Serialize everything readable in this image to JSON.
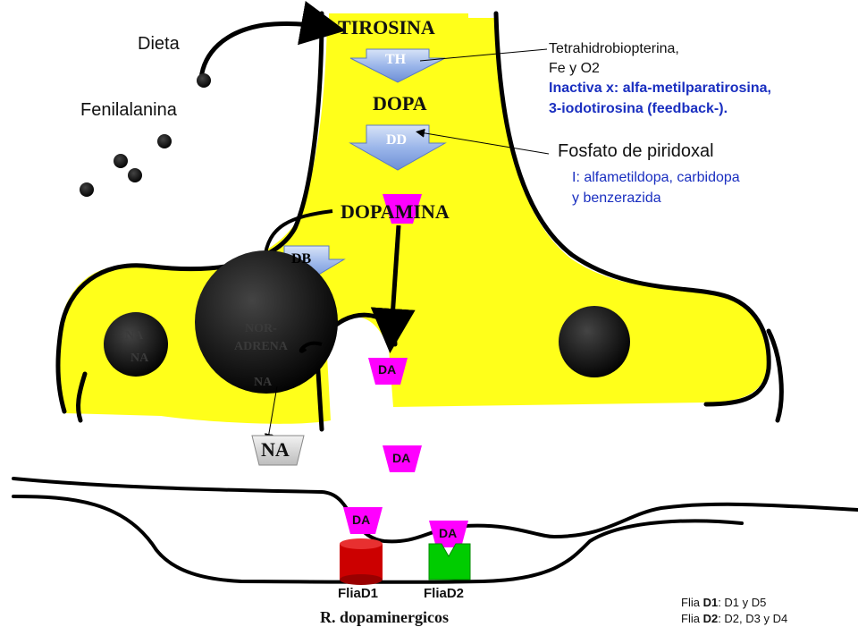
{
  "labels": {
    "tirosina": "TIROSINA",
    "dopa": "DOPA",
    "dopamina": "DOPAMINA",
    "dieta": "Dieta",
    "fenilalanina": "Fenilalanina",
    "cofactors_line1": "Tetrahidrobiopterina,",
    "cofactors_line2": "Fe y O2",
    "inhibitors_th_line1": "Inactiva x: alfa-metilparatirosina,",
    "inhibitors_th_line2": "3-iodotirosina (feedback-).",
    "pyridoxal": "Fosfato de piridoxal",
    "inhibitors_dd_line1": "I: alfametildopa, carbidopa",
    "inhibitors_dd_line2": "y benzerazida",
    "receptors_title": "R. dopaminergicos",
    "flia_d1": "FliaD1",
    "flia_d2": "FliaD2",
    "flia_d1_note_prefix": "Flia ",
    "flia_d1_note_bold": "D1",
    "flia_d1_note_rest": ": D1 y D5",
    "flia_d2_note_prefix": "Flia ",
    "flia_d2_note_bold": "D2",
    "flia_d2_note_rest": ": D2, D3 y D4"
  },
  "enzymes": {
    "th": "TH",
    "dd": "DD",
    "db": "DB"
  },
  "molecules": {
    "da": "DA",
    "na": "NA",
    "vesicle_left_line1": "NA",
    "vesicle_left_line2": "NA",
    "vesicle_big_line1": "NOR-",
    "vesicle_big_line2": "ADRENA",
    "vesicle_big_line3": "NA"
  },
  "colors": {
    "neuron_fill": "#ffff1a",
    "outline": "#000000",
    "magenta": "#ff00ff",
    "receptor_d1": "#cc0000",
    "receptor_d2": "#00cc00",
    "blue_text": "#1a2fc0",
    "arrow_blue": "#8aa6e0"
  }
}
